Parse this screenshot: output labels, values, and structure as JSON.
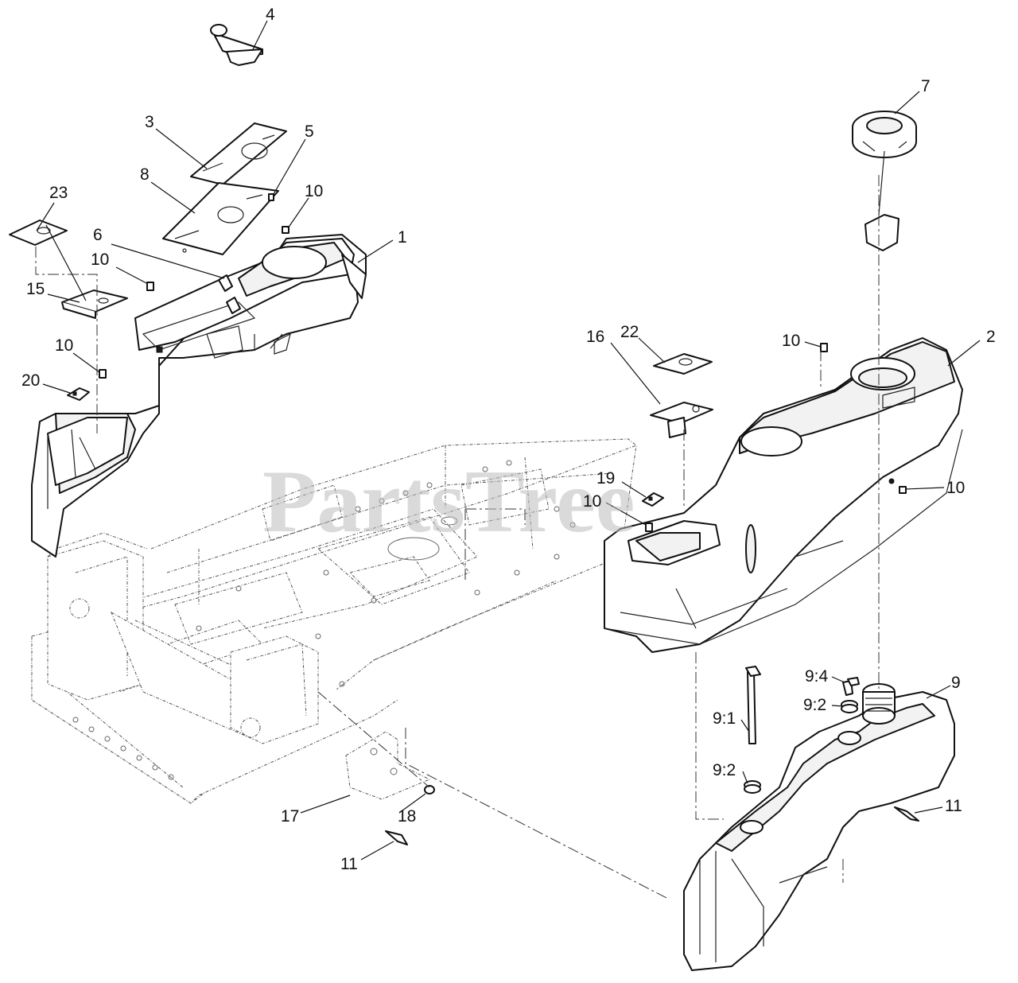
{
  "watermark": "PartsTree",
  "callouts": [
    {
      "id": "c1",
      "text": "1"
    },
    {
      "id": "c2",
      "text": "2"
    },
    {
      "id": "c3",
      "text": "3"
    },
    {
      "id": "c4",
      "text": "4"
    },
    {
      "id": "c5",
      "text": "5"
    },
    {
      "id": "c6",
      "text": "6"
    },
    {
      "id": "c7",
      "text": "7"
    },
    {
      "id": "c8",
      "text": "8"
    },
    {
      "id": "c9",
      "text": "9"
    },
    {
      "id": "c9_1",
      "text": "9:1"
    },
    {
      "id": "c9_2a",
      "text": "9:2"
    },
    {
      "id": "c9_2b",
      "text": "9:2"
    },
    {
      "id": "c9_4",
      "text": "9:4"
    },
    {
      "id": "c10a",
      "text": "10"
    },
    {
      "id": "c10b",
      "text": "10"
    },
    {
      "id": "c10c",
      "text": "10"
    },
    {
      "id": "c10d",
      "text": "10"
    },
    {
      "id": "c10e",
      "text": "10"
    },
    {
      "id": "c10f",
      "text": "10"
    },
    {
      "id": "c11a",
      "text": "11"
    },
    {
      "id": "c11b",
      "text": "11"
    },
    {
      "id": "c15",
      "text": "15"
    },
    {
      "id": "c16",
      "text": "16"
    },
    {
      "id": "c17",
      "text": "17"
    },
    {
      "id": "c18",
      "text": "18"
    },
    {
      "id": "c19",
      "text": "19"
    },
    {
      "id": "c20",
      "text": "20"
    },
    {
      "id": "c22",
      "text": "22"
    },
    {
      "id": "c23",
      "text": "23"
    }
  ]
}
